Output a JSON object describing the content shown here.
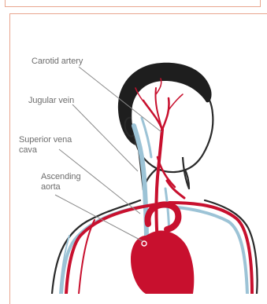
{
  "diagram": {
    "labels": {
      "carotid_artery": "Carotid artery",
      "jugular_vein": "Jugular vein",
      "superior_vena_cava_line1": "Superior vena",
      "superior_vena_cava_line2": "cava",
      "ascending_aorta_line1": "Ascending",
      "ascending_aorta_line2": "aorta"
    },
    "colors": {
      "frame": "#e8a58e",
      "artery": "#c8102e",
      "vein": "#9cc3d6",
      "hair": "#1e1e1e",
      "outline": "#2a2a2a",
      "label_text": "#6e6e6e",
      "leader_line": "#8a8a8a"
    }
  }
}
